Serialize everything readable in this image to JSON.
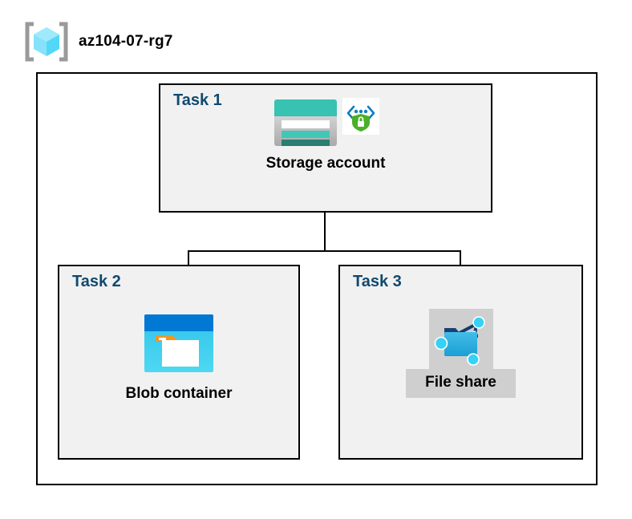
{
  "resource_group": {
    "icon": "resource-group-cube-icon",
    "name": "az104-07-rg7"
  },
  "diagram": {
    "type": "azure-architecture-hierarchy",
    "root": {
      "task_label": "Task 1",
      "node_label": "Storage account",
      "icons": [
        "storage-account-icon",
        "secure-endpoint-shield-icon"
      ]
    },
    "children": [
      {
        "task_label": "Task 2",
        "node_label": "Blob container",
        "icons": [
          "blob-container-icon"
        ],
        "highlighted": false
      },
      {
        "task_label": "Task 3",
        "node_label": "File share",
        "icons": [
          "file-share-icon"
        ],
        "highlighted": true
      }
    ]
  },
  "colors": {
    "task_label": "#10496f",
    "box_fill": "#f1f1f1",
    "box_border": "#000000",
    "highlight": "#cfcfcf",
    "storage_teal": "#37c2b1",
    "storage_teal_dark": "#2a7d71",
    "blob_blue": "#0078d4",
    "blob_cyan": "#32c3ea",
    "blob_orange": "#f7941e",
    "shield_green": "#4caf28",
    "cube_cyan": "#7fe4fb",
    "connector": "#000000"
  }
}
